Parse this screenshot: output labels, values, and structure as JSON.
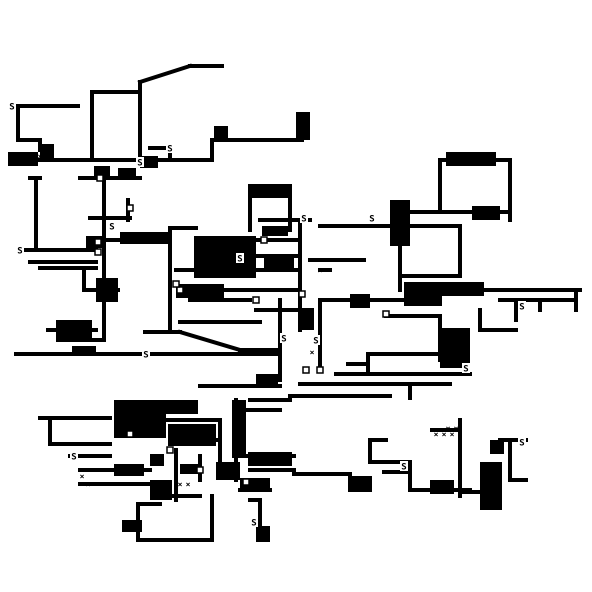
{
  "palette": {
    "wall": "#000000",
    "floor": "#ffffff"
  },
  "legend": {
    "wall": "solid-cell",
    "corridor": "thick-line",
    "door": "hollow-square",
    "stair": "S-glyph",
    "item": "x-glyph"
  },
  "glyphs": {
    "stair": "S",
    "item": "×",
    "door": "□"
  }
}
